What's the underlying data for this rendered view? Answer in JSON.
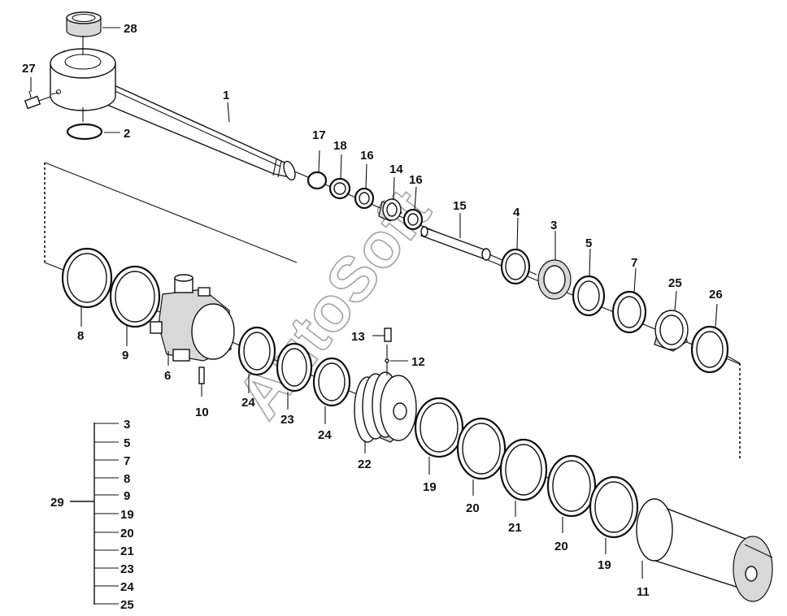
{
  "watermark": "AutoSoft",
  "callouts": {
    "c1": "1",
    "c2": "2",
    "c3": "3",
    "c4": "4",
    "c5": "5",
    "c6": "6",
    "c7": "7",
    "c8": "8",
    "c9": "9",
    "c10": "10",
    "c11": "11",
    "c12": "12",
    "c13": "13",
    "c14": "14",
    "c15": "15",
    "c16a": "16",
    "c16b": "16",
    "c17": "17",
    "c18": "18",
    "c19a": "19",
    "c19b": "19",
    "c20a": "20",
    "c20b": "20",
    "c21": "21",
    "c22": "22",
    "c23": "23",
    "c24a": "24",
    "c24b": "24",
    "c25": "25",
    "c26": "26",
    "c27": "27",
    "c28": "28"
  },
  "kit": {
    "label": "29",
    "items": [
      "3",
      "5",
      "7",
      "8",
      "9",
      "19",
      "20",
      "21",
      "23",
      "24",
      "25"
    ]
  }
}
